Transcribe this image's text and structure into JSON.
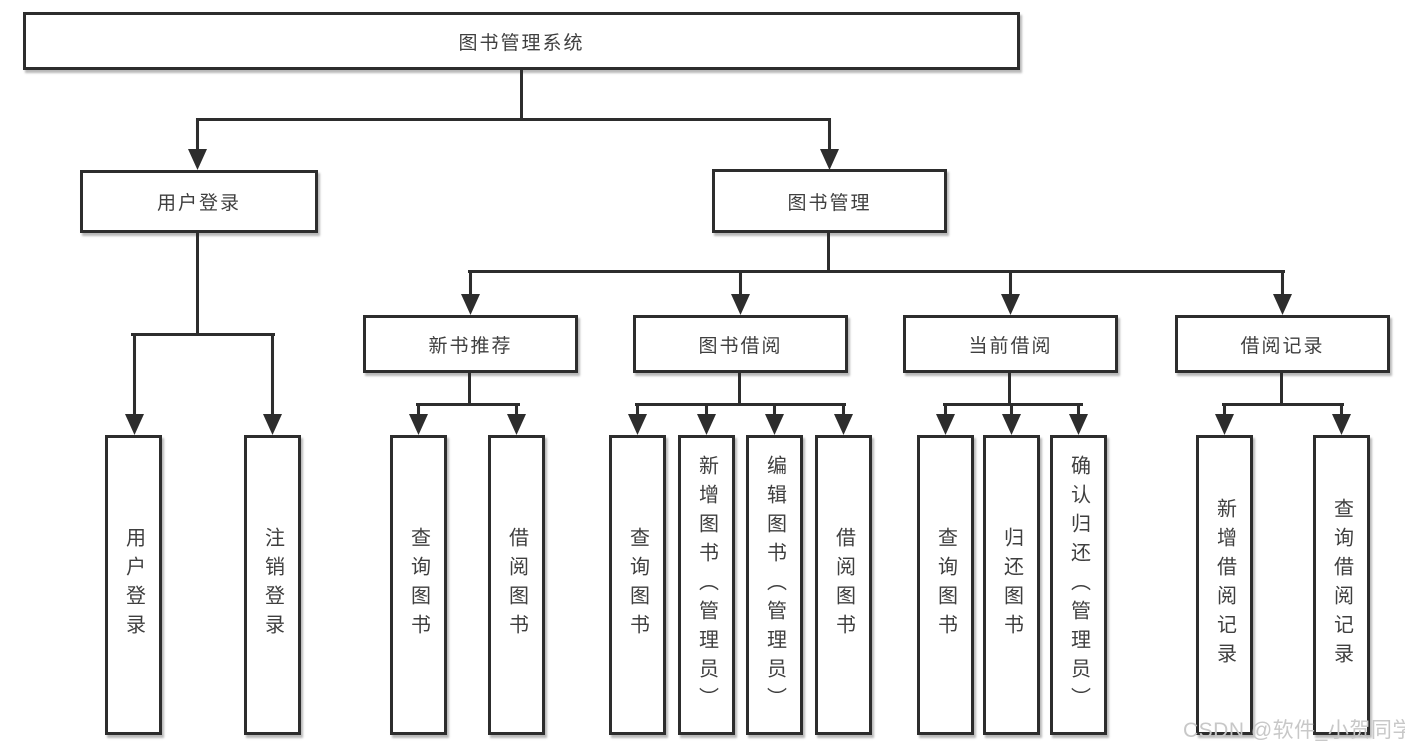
{
  "diagram": {
    "root": {
      "label": "图书管理系统"
    },
    "branches": [
      {
        "label": "用户登录",
        "children": [
          {
            "label": "用户登录"
          },
          {
            "label": "注销登录"
          }
        ]
      },
      {
        "label": "图书管理",
        "sections": [
          {
            "label": "新书推荐",
            "children": [
              {
                "label": "查询图书"
              },
              {
                "label": "借阅图书"
              }
            ]
          },
          {
            "label": "图书借阅",
            "children": [
              {
                "label": "查询图书"
              },
              {
                "label": "新增图书（管理员）"
              },
              {
                "label": "编辑图书（管理员）"
              },
              {
                "label": "借阅图书"
              }
            ]
          },
          {
            "label": "当前借阅",
            "children": [
              {
                "label": "查询图书"
              },
              {
                "label": "归还图书"
              },
              {
                "label": "确认归还（管理员）"
              }
            ]
          },
          {
            "label": "借阅记录",
            "children": [
              {
                "label": "新增借阅记录"
              },
              {
                "label": "查询借阅记录"
              }
            ]
          }
        ]
      }
    ],
    "watermark": "CSDN @软件_小贺同学",
    "colors": {
      "line": "#2d2d2d",
      "text": "#3f3f3f",
      "watermark": "#c8c8c8",
      "background": "#ffffff"
    }
  }
}
